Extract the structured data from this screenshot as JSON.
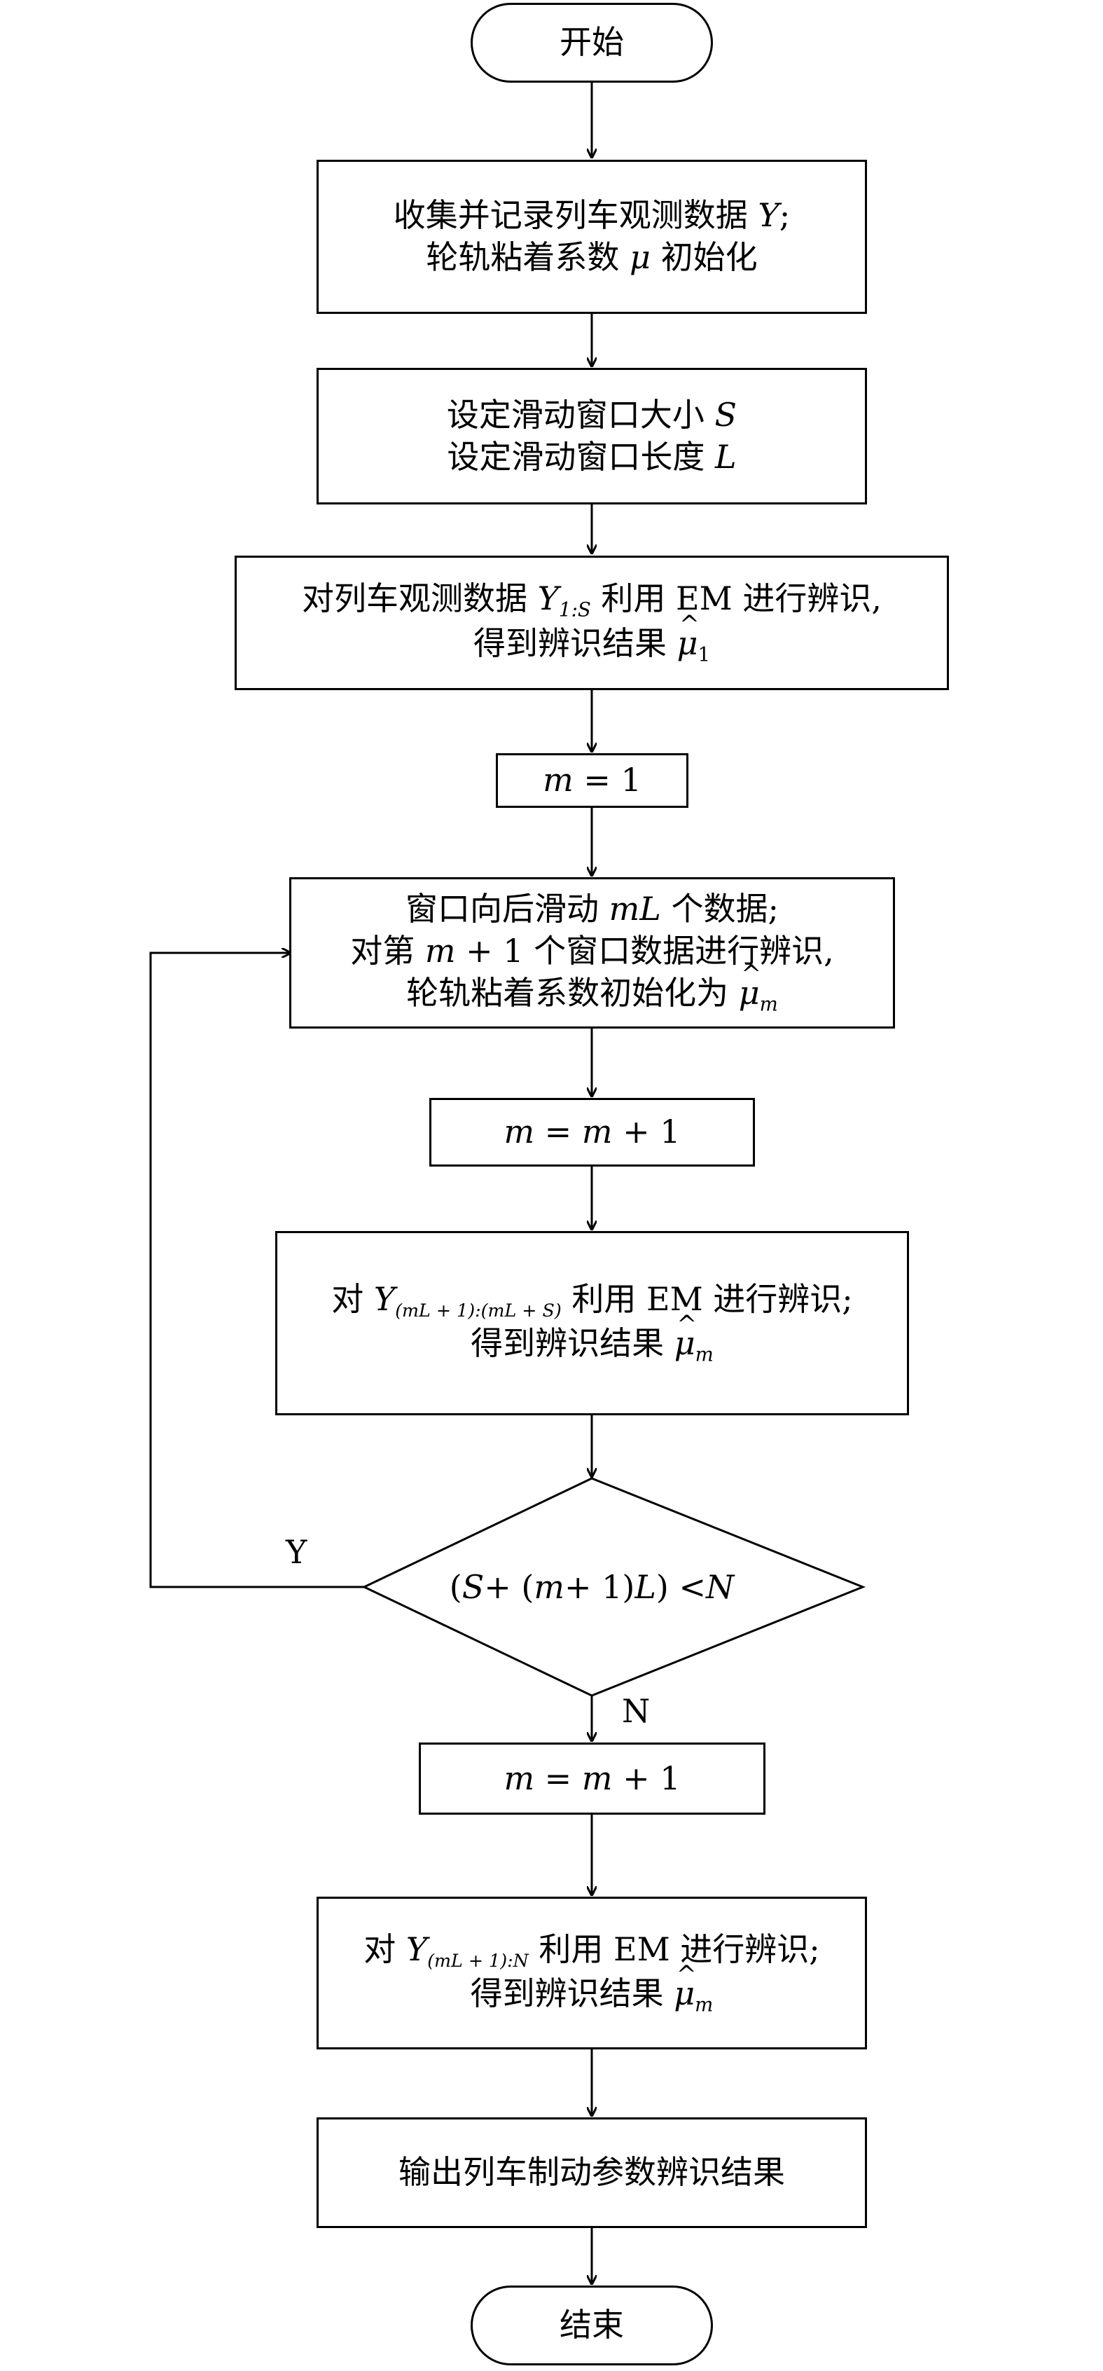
{
  "flowchart": {
    "start": "开始",
    "collect": {
      "line1_text": "收集并记录列车观测数据 ",
      "line1_var": "Y",
      "line1_end": ";",
      "line2_text": "轮轨粘着系数 ",
      "line2_var": "μ",
      "line2_end": " 初始化"
    },
    "window": {
      "line1_text": "设定滑动窗口大小 ",
      "line1_var": "S",
      "line2_text": "设定滑动窗口长度 ",
      "line2_var": "L"
    },
    "identify1": {
      "line1_text": "对列车观测数据 ",
      "line1_var": "Y",
      "line1_sub": "1:S",
      "line1_end": " 利用 EM 进行辨识,",
      "line2_text": "得到辨识结果 ",
      "line2_var": "μ",
      "line2_sub": "1"
    },
    "init_m": {
      "var": "m",
      "rest": " = 1"
    },
    "slide": {
      "line1_text": "窗口向后滑动 ",
      "line1_var": "mL",
      "line1_end": " 个数据;",
      "line2_text": "对第 ",
      "line2_var": "m",
      "line2_end": " + 1 个窗口数据进行辨识,",
      "line3_text": "轮轨粘着系数初始化为 ",
      "line3_var": "μ",
      "line3_sub": "m"
    },
    "increment1": {
      "var1": "m",
      "eq": " = ",
      "var2": "m",
      "rest": " + 1"
    },
    "identify2": {
      "line1_text": "对 ",
      "line1_var": "Y",
      "line1_sub": "(mL + 1):(mL + S)",
      "line1_end": " 利用 EM 进行辨识;",
      "line2_text": "得到辨识结果 ",
      "line2_var": "μ",
      "line2_sub": "m"
    },
    "decision": {
      "open": "(",
      "S": "S",
      "mid": " + (",
      "m": "m",
      "mid2": " + 1) ",
      "L": "L",
      "close": ") < ",
      "N": "N"
    },
    "label_yes": "Y",
    "label_no": "N",
    "increment2": {
      "var1": "m",
      "eq": " = ",
      "var2": "m",
      "rest": " + 1"
    },
    "identify3": {
      "line1_text": "对 ",
      "line1_var": "Y",
      "line1_sub": "(mL + 1):N",
      "line1_end": " 利用 EM 进行辨识;",
      "line2_text": "得到辨识结果 ",
      "line2_var": "μ",
      "line2_sub": "m"
    },
    "output": "输出列车制动参数辨识结果",
    "end": "结束"
  }
}
